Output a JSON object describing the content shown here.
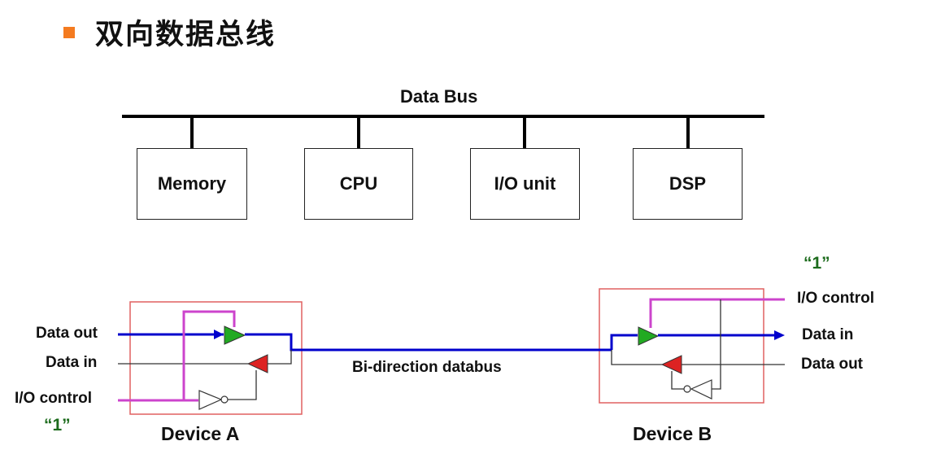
{
  "title": "双向数据总线",
  "colors": {
    "bullet": "#f47b20",
    "bus_line": "#0000cc",
    "control_line": "#cc44cc",
    "device_border": "#e06060",
    "one_label": "#1c6b1c",
    "buffer_out": "#22aa22",
    "buffer_in": "#dd2222"
  },
  "bus": {
    "label": "Data Bus",
    "blocks": [
      "Memory",
      "CPU",
      "I/O unit",
      "DSP"
    ]
  },
  "device_a": {
    "name": "Device A",
    "data_out": "Data out",
    "data_in": "Data in",
    "io_control": "I/O control",
    "control_value": "“1”"
  },
  "device_b": {
    "name": "Device B",
    "data_out": "Data out",
    "data_in": "Data in",
    "io_control": "I/O control",
    "control_value": "“1”"
  },
  "link_label": "Bi-direction databus"
}
